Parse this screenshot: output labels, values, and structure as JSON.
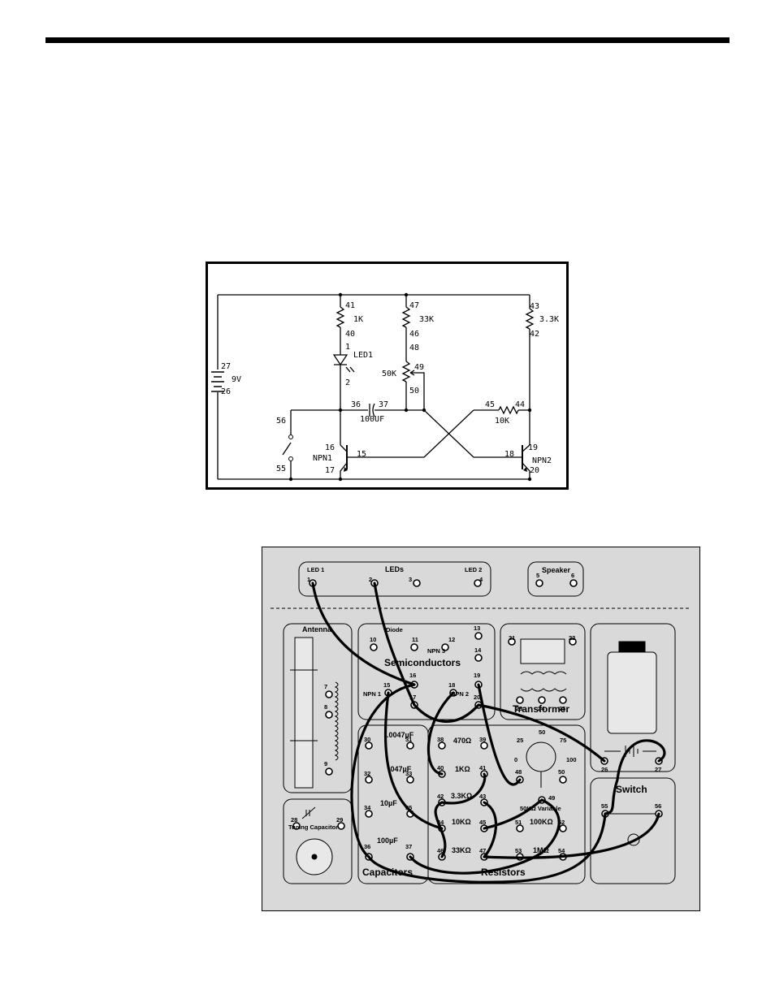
{
  "schematic": {
    "battery": {
      "pos": "27",
      "neg": "26",
      "value": "9V"
    },
    "r1": {
      "top": "41",
      "bottom": "40",
      "value": "1K"
    },
    "r2": {
      "top": "47",
      "bottom": "46",
      "value": "33K"
    },
    "r3": {
      "top": "43",
      "bottom": "42",
      "value": "3.3K"
    },
    "pot": {
      "top": "48",
      "wiper": "49",
      "bottom": "50",
      "value": "50K"
    },
    "led": {
      "anode": "1",
      "cathode": "2",
      "name": "LED1"
    },
    "cap": {
      "neg": "36",
      "pos": "37",
      "value": "100UF"
    },
    "r4": {
      "left": "45",
      "right": "44",
      "value": "10K"
    },
    "switch": {
      "top": "56",
      "bottom": "55"
    },
    "q1": {
      "c": "16",
      "b": "15",
      "e": "17",
      "name": "NPN1"
    },
    "q2": {
      "b": "18",
      "c": "19",
      "e": "20",
      "name": "NPN2"
    }
  },
  "board": {
    "leds": {
      "title": "LEDs",
      "led1": "LED 1",
      "led2": "LED 2",
      "t1": "1",
      "t2": "2",
      "t3": "3",
      "t4": "4"
    },
    "speaker": {
      "title": "Speaker",
      "t5": "5",
      "t6": "6"
    },
    "antenna": {
      "title": "Antenna",
      "t7": "7",
      "t8": "8",
      "t9": "9"
    },
    "tuning": {
      "title": "Tuning Capacitor",
      "t28": "28",
      "t29": "29"
    },
    "semis": {
      "title": "Semiconductors",
      "diode": "Diode",
      "npn3": "NPN 3",
      "npn1": "NPN 1",
      "npn2": "NPN 2",
      "t10": "10",
      "t11": "11",
      "t12": "12",
      "t13": "13",
      "t14": "14",
      "t15": "15",
      "t16": "16",
      "t17": "17",
      "t18": "18",
      "t19": "19",
      "t20": "20"
    },
    "transformer": {
      "title": "Transformer",
      "t21": "21",
      "t22": "22",
      "t23": "23",
      "t24": "24",
      "t25": "25"
    },
    "caps": {
      "title": "Capacitors",
      "c1": ".0047µF",
      "c2": ".047µF",
      "c3": "10µF",
      "c4": "100µF",
      "t30": "30",
      "t31": "31",
      "t32": "32",
      "t33": "33",
      "t34": "34",
      "t35": "35",
      "t36": "36",
      "t37": "37"
    },
    "resistors": {
      "title": "Resistors",
      "r470": "470Ω",
      "r1k": "1KΩ",
      "r3k3": "3.3KΩ",
      "r10k": "10KΩ",
      "r33k": "33KΩ",
      "r100k": "100KΩ",
      "r1m": "1MΩ",
      "t38": "38",
      "t39": "39",
      "t40": "40",
      "t41": "41",
      "t42": "42",
      "t43": "43",
      "t44": "44",
      "t45": "45",
      "t46": "46",
      "t47": "47",
      "t51": "51",
      "t52": "52",
      "t53": "53",
      "t54": "54"
    },
    "pot": {
      "label": "50KΩ Variable",
      "s0": "0",
      "s25": "25",
      "s50": "50",
      "s75": "75",
      "s100": "100",
      "t48": "48",
      "t49": "49",
      "t50": "50"
    },
    "battery": {
      "t26": "26",
      "t27": "27"
    },
    "switch": {
      "title": "Switch",
      "t55": "55",
      "t56": "56"
    }
  }
}
